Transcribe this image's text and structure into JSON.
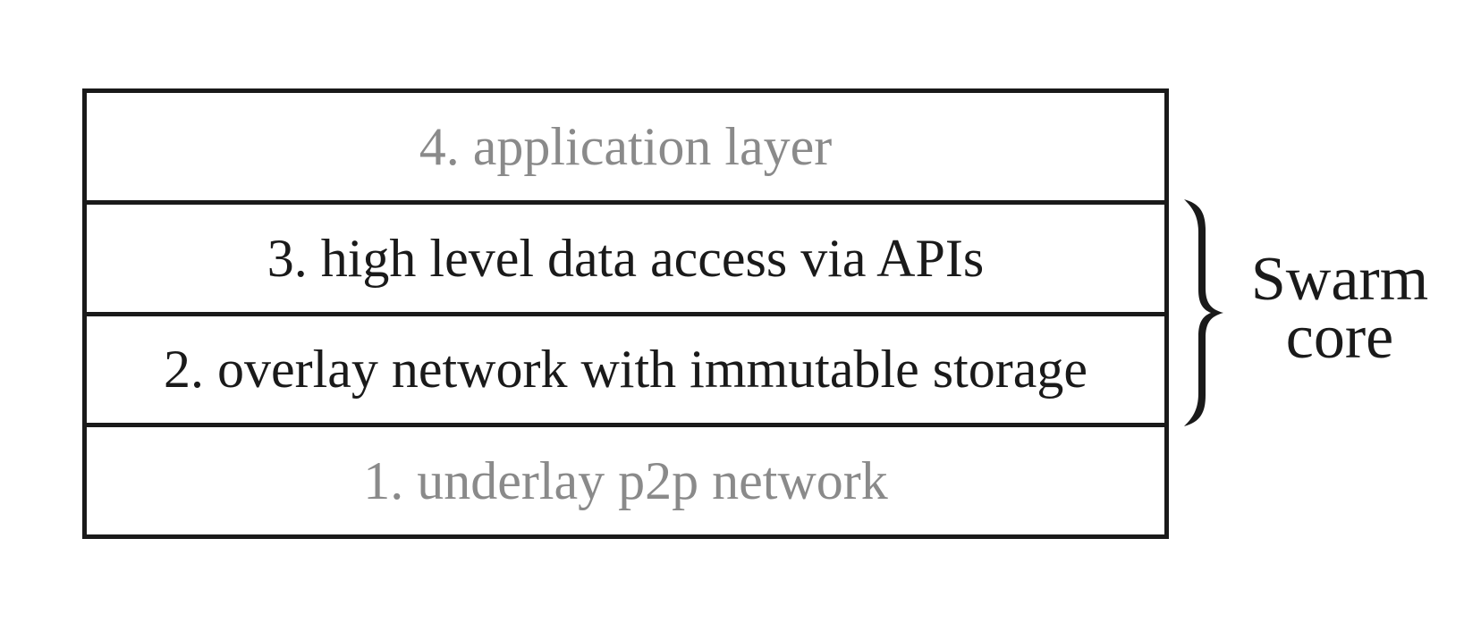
{
  "layers": [
    {
      "label": "4. application layer",
      "emphasis": "muted"
    },
    {
      "label": "3. high level data access via APIs",
      "emphasis": "normal"
    },
    {
      "label": "2. overlay network with immutable storage",
      "emphasis": "normal"
    },
    {
      "label": "1. underlay p2p network",
      "emphasis": "muted"
    }
  ],
  "brace": {
    "label_line1": "Swarm",
    "label_line2": "core",
    "spans_layer_labels": [
      "3. high level data access via APIs",
      "2. overlay network with immutable storage"
    ]
  },
  "colors": {
    "ink": "#1a1a1a",
    "muted": "#8a8a8a",
    "background": "#ffffff"
  }
}
